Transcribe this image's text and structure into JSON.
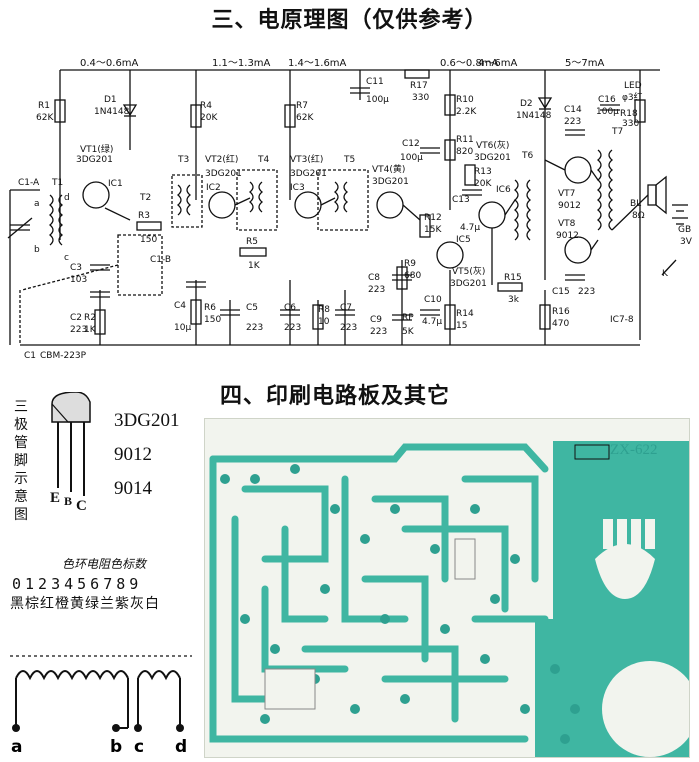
{
  "titles": {
    "schematic": "三、电原理图（仅供参考）",
    "pcb": "四、印刷电路板及其它"
  },
  "schematic": {
    "currents": [
      "0.4～0.6mA",
      "1.1～1.3mA",
      "1.4～1.6mA",
      "0.6～0.8mA",
      "4～6mA",
      "5～7mA"
    ],
    "components": [
      {
        "ref": "R1",
        "value": "62K"
      },
      {
        "ref": "D1",
        "value": "1N4148"
      },
      {
        "ref": "VT1(绿)",
        "value": "3DG201"
      },
      {
        "ref": "C1-A",
        "value": ""
      },
      {
        "ref": "T1",
        "value": ""
      },
      {
        "ref": "C3",
        "value": "103"
      },
      {
        "ref": "C2",
        "value": "223"
      },
      {
        "ref": "R2",
        "value": "1K"
      },
      {
        "ref": "C1",
        "value": "CBM-223P"
      },
      {
        "ref": "T2",
        "value": ""
      },
      {
        "ref": "R3",
        "value": "150"
      },
      {
        "ref": "C1-B",
        "value": ""
      },
      {
        "ref": "R4",
        "value": "20K"
      },
      {
        "ref": "T3",
        "value": ""
      },
      {
        "ref": "VT2(红)",
        "value": "3DG201"
      },
      {
        "ref": "C4",
        "value": "10μ"
      },
      {
        "ref": "R6",
        "value": "150"
      },
      {
        "ref": "C5",
        "value": "223"
      },
      {
        "ref": "R5",
        "value": "1K"
      },
      {
        "ref": "T4",
        "value": ""
      },
      {
        "ref": "R7",
        "value": "62K"
      },
      {
        "ref": "VT3(红)",
        "value": "3DG201"
      },
      {
        "ref": "C6",
        "value": "223"
      },
      {
        "ref": "R8",
        "value": "10"
      },
      {
        "ref": "C7",
        "value": "223"
      },
      {
        "ref": "T5",
        "value": ""
      },
      {
        "ref": "VT4(黄)",
        "value": "3DG201"
      },
      {
        "ref": "C11",
        "value": "100μ"
      },
      {
        "ref": "R17",
        "value": "330"
      },
      {
        "ref": "R10",
        "value": "2.2K"
      },
      {
        "ref": "C12",
        "value": "100μ"
      },
      {
        "ref": "R11",
        "value": "820"
      },
      {
        "ref": "VT6(灰)",
        "value": "3DG201"
      },
      {
        "ref": "R13",
        "value": "20K"
      },
      {
        "ref": "C13",
        "value": "4.7μ"
      },
      {
        "ref": "R12",
        "value": "15K"
      },
      {
        "ref": "VT5(灰)",
        "value": "3DG201"
      },
      {
        "ref": "C8",
        "value": "223"
      },
      {
        "ref": "R9",
        "value": "680"
      },
      {
        "ref": "C10",
        "value": "4.7μ"
      },
      {
        "ref": "C9",
        "value": "223"
      },
      {
        "ref": "RP",
        "value": "5K"
      },
      {
        "ref": "R14",
        "value": "15"
      },
      {
        "ref": "R15",
        "value": "3k"
      },
      {
        "ref": "R16",
        "value": "470"
      },
      {
        "ref": "D2",
        "value": "1N4148"
      },
      {
        "ref": "C14",
        "value": "223"
      },
      {
        "ref": "C16",
        "value": "100μ"
      },
      {
        "ref": "R18",
        "value": "330"
      },
      {
        "ref": "LED",
        "value": "φ3红"
      },
      {
        "ref": "T6",
        "value": ""
      },
      {
        "ref": "T7",
        "value": ""
      },
      {
        "ref": "VT7",
        "value": "9012"
      },
      {
        "ref": "VT8",
        "value": "9012"
      },
      {
        "ref": "C15",
        "value": "223"
      },
      {
        "ref": "BL",
        "value": "8Ω"
      },
      {
        "ref": "GB",
        "value": "3V"
      },
      {
        "ref": "K",
        "value": ""
      },
      {
        "ref": "IC7-8",
        "value": ""
      }
    ],
    "ic_marks": [
      "IC1",
      "IC2",
      "IC3",
      "IC5",
      "IC6"
    ],
    "coil_pins": [
      "a",
      "b",
      "c",
      "d"
    ]
  },
  "pinout": {
    "vertical_label": "三极管脚示意图",
    "pins": [
      "E",
      "B",
      "C"
    ],
    "types": [
      "3DG201",
      "9012",
      "9014"
    ]
  },
  "color_code": {
    "title": "色环电阻色标数",
    "digits": "0123456789",
    "colors": "黑棕红橙黄绿兰紫灰白"
  },
  "winding": {
    "pins": [
      "a",
      "b",
      "c",
      "d"
    ]
  },
  "pcb": {
    "model": "ZX-622"
  },
  "colors": {
    "ink": "#111111",
    "pcb_trace": "#3fb6a2",
    "pcb_pad": "#2ea090",
    "pcb_bg": "#f2f4ee"
  }
}
